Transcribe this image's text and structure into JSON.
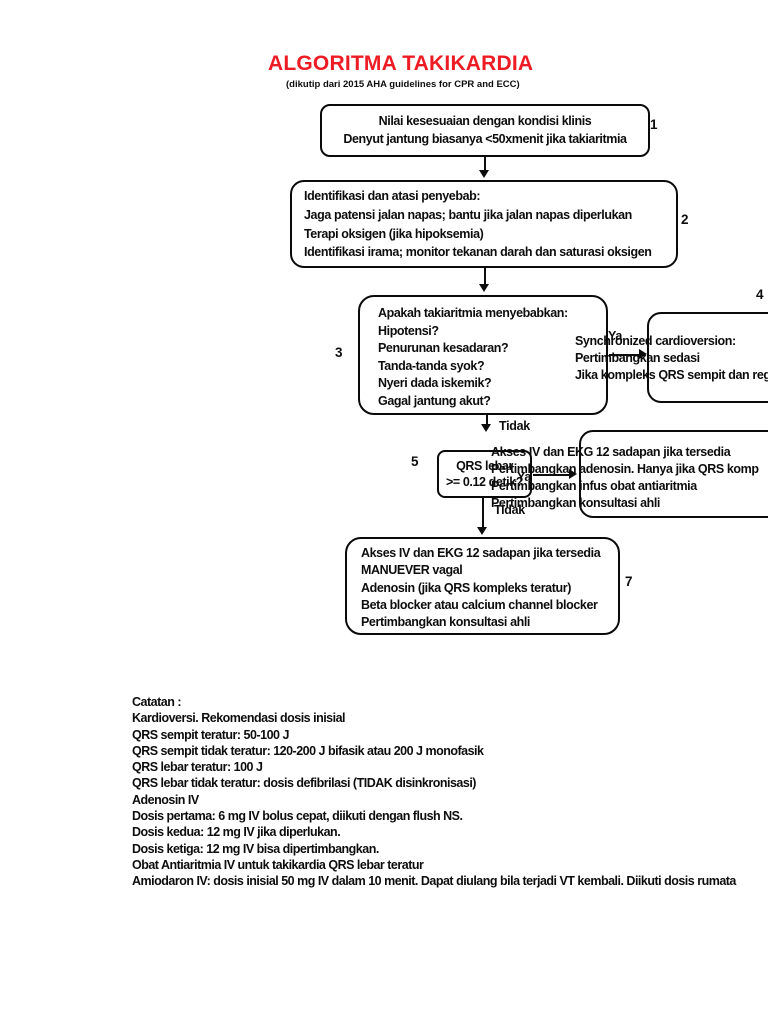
{
  "page": {
    "title": "ALGORITMA TAKIKARDIA",
    "subtitle": "(dikutip dari 2015 AHA guidelines for CPR and ECC)",
    "title_color": "#ed1c24",
    "text_color": "#0d0d0d"
  },
  "flow": {
    "box1": {
      "number": "1",
      "lines": [
        "Nilai kesesuaian dengan kondisi klinis",
        "Denyut jantung biasanya <50xmenit jika takiaritmia"
      ]
    },
    "box2": {
      "number": "2",
      "lines": [
        "Identifikasi dan atasi penyebab:",
        "Jaga patensi jalan napas; bantu jika jalan napas diperlukan",
        "Terapi oksigen (jika hipoksemia)",
        "Identifikasi irama; monitor tekanan darah dan saturasi oksigen"
      ]
    },
    "box3": {
      "number": "3",
      "lines": [
        "Apakah takiaritmia menyebabkan:",
        "Hipotensi?",
        "Penurunan kesadaran?",
        "Tanda-tanda syok?",
        "Nyeri dada iskemik?",
        "Gagal jantung akut?"
      ]
    },
    "box4": {
      "number": "4",
      "lines": [
        "Synchronized cardioversion:",
        "Pertimbangkan sedasi",
        "Jika kompleks QRS sempit dan reg"
      ]
    },
    "box5": {
      "number": "5",
      "lines": [
        "QRS lebar",
        ">= 0.12 detik?"
      ]
    },
    "box6": {
      "lines": [
        "Akses IV dan EKG 12 sadapan jika tersedia",
        "Pertimbangkan adenosin. Hanya jika QRS komp",
        "Pertimbangkan infus obat antiaritmia",
        "Pertimbangkan konsultasi ahli"
      ]
    },
    "box7": {
      "number": "7",
      "lines": [
        "Akses IV dan EKG 12 sadapan jika tersedia",
        "MANUEVER vagal",
        "Adenosin (jika QRS kompleks teratur)",
        "Beta blocker atau calcium channel blocker",
        "Pertimbangkan konsultasi ahli"
      ]
    },
    "labels": {
      "ya1": "Ya",
      "tidak1": "Tidak",
      "ya2": "Ya",
      "tidak2": "Tidak"
    }
  },
  "notes": {
    "lines": [
      "Catatan :",
      "Kardioversi. Rekomendasi dosis inisial",
      "QRS sempit teratur: 50-100 J",
      "QRS sempit tidak teratur: 120-200 J bifasik atau 200 J monofasik",
      "QRS lebar teratur: 100 J",
      "QRS lebar tidak teratur: dosis defibrilasi (TIDAK disinkronisasi)",
      "Adenosin IV",
      "Dosis pertama: 6 mg IV bolus cepat, diikuti dengan flush NS.",
      "Dosis kedua: 12 mg IV jika diperlukan.",
      "Dosis ketiga: 12 mg IV bisa dipertimbangkan.",
      "Obat Antiaritmia IV untuk takikardia QRS lebar teratur",
      "Amiodaron IV: dosis inisial 50 mg IV dalam 10 menit. Dapat diulang bila terjadi VT kembali. Diikuti dosis rumata"
    ]
  }
}
